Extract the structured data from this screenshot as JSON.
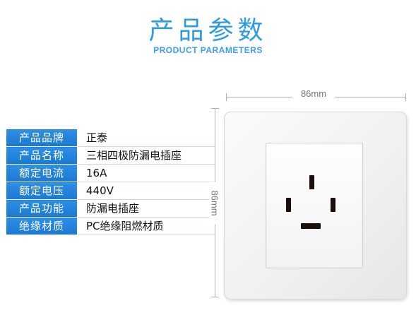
{
  "header": {
    "title": "产品参数",
    "subtitle": "PRODUCT PARAMETERS"
  },
  "specs": [
    {
      "key": "产品品牌",
      "value": "正泰"
    },
    {
      "key": "产品名称",
      "value": "三相四极防漏电插座"
    },
    {
      "key": "额定电流",
      "value": "16A"
    },
    {
      "key": "额定电压",
      "value": "440V"
    },
    {
      "key": "产品功能",
      "value": "防漏电插座"
    },
    {
      "key": "绝缘材质",
      "value": "PC绝缘阻燃材质"
    }
  ],
  "dimensions": {
    "width_label": "86mm",
    "height_label": "86mm"
  },
  "colors": {
    "accent": "#2e9be0",
    "table_header": "#1a78cf"
  }
}
